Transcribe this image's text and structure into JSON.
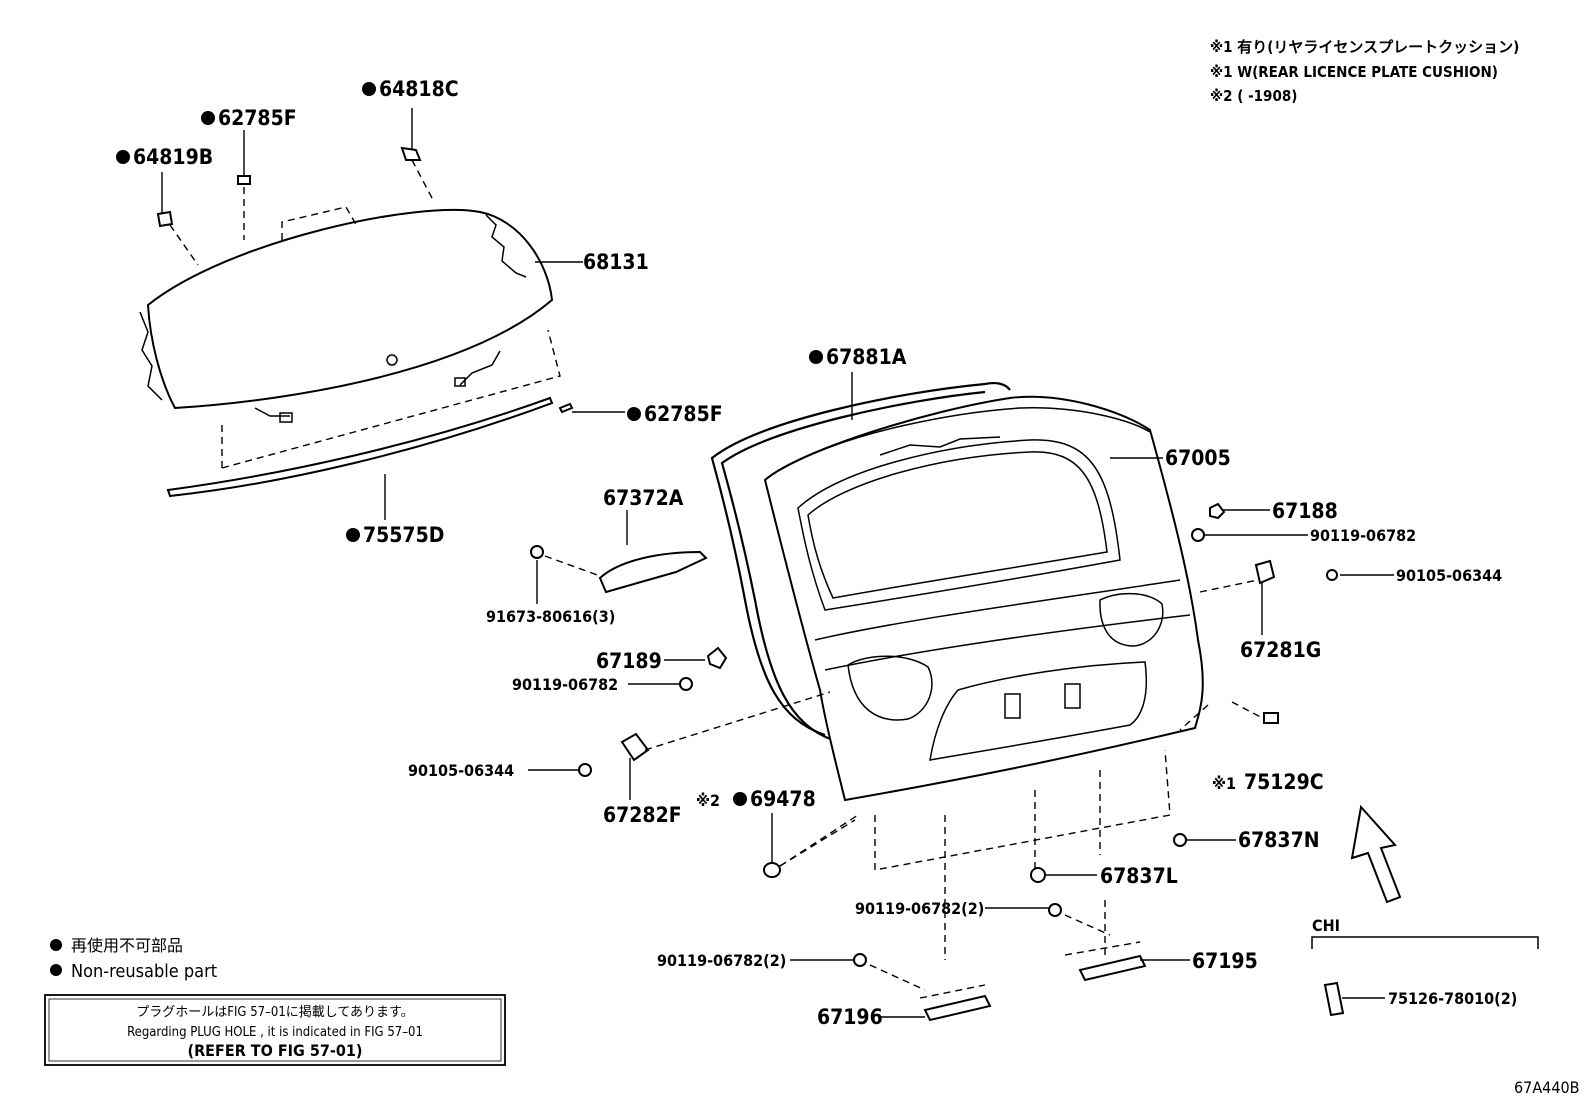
{
  "notes": {
    "line1": "※1 有り(リヤライセンスプレートクッション)",
    "line2": "※1 W(REAR LICENCE PLATE CUSHION)",
    "line3": "※2 (        -1908)"
  },
  "legend": {
    "jp": "再使用不可部品",
    "en": "Non-reusable part"
  },
  "reference_box": {
    "jp": "プラグホールはFIG 57–01に掲載してあります。",
    "en": "Regarding  PLUG  HOLE , it is indicated in FIG  57–01",
    "ref": "(REFER TO FIG 57-01)"
  },
  "region_label": "CHI",
  "figure_code": "67A440B",
  "parts": {
    "p64818C": "64818C",
    "p62785F_top": "62785F",
    "p64819B": "64819B",
    "p68131": "68131",
    "p62785F_side": "62785F",
    "p75575D": "75575D",
    "p67881A": "67881A",
    "p67005": "67005",
    "p67372A": "67372A",
    "p91673": "91673-80616(3)",
    "p67188": "67188",
    "p90119_r": "90119-06782",
    "p90105_r": "90105-06344",
    "p67281G": "67281G",
    "p67189": "67189",
    "p90119_l": "90119-06782",
    "p90105_l": "90105-06344",
    "p67282F": "67282F",
    "p69478_prefix": "※2",
    "p69478": "69478",
    "p75129C_prefix": "※1",
    "p75129C": "75129C",
    "p67837N": "67837N",
    "p67837L": "67837L",
    "p90119_2a": "90119-06782(2)",
    "p90119_2b": "90119-06782(2)",
    "p67195": "67195",
    "p67196": "67196",
    "p75126": "75126-78010(2)"
  }
}
